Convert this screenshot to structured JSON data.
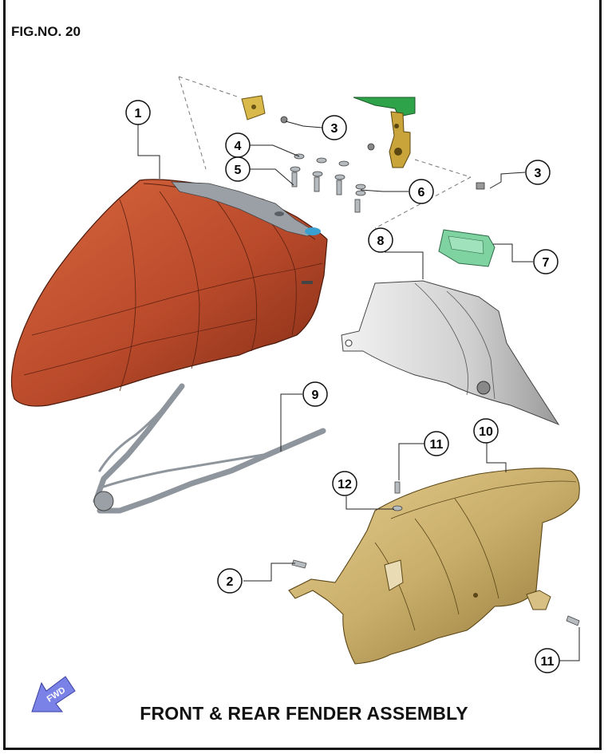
{
  "figure_number": "FIG.NO. 20",
  "title": "FRONT & REAR FENDER ASSEMBLY",
  "fwd_label": "FWD",
  "callouts": [
    "1",
    "2",
    "3",
    "3",
    "4",
    "5",
    "6",
    "7",
    "8",
    "9",
    "10",
    "11",
    "11",
    "12"
  ],
  "parts": {
    "front_fender": {
      "color": "#b8492a"
    },
    "rear_fender": {
      "color": "#c9ad6a"
    },
    "mud_guard": {
      "color": "#d4d4d4"
    },
    "brake_hose": {
      "color": "#8f959c"
    },
    "clip_bracket": {
      "color": "#7fd3a0"
    },
    "mount_bracket": {
      "color": "#c9a43a"
    },
    "green_tab": {
      "color": "#2fa34a"
    },
    "fwd_arrow": {
      "color": "#7a82e8"
    }
  }
}
